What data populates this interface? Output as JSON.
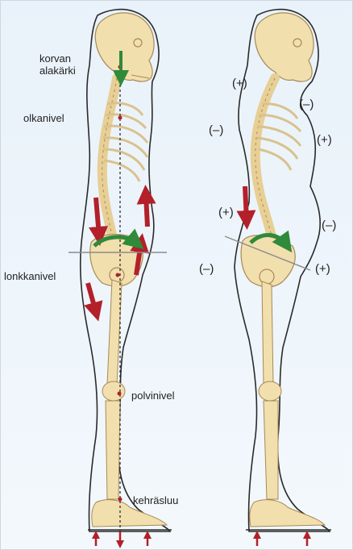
{
  "labels": {
    "ear_line1": "korvan",
    "ear_line2": "alakärki",
    "shoulder": "olkanivel",
    "hip": "lonkkanivel",
    "knee": "polvinivel",
    "ankle": "kehräsluu"
  },
  "signs": {
    "upper_back": "(+)",
    "chest": "(–)",
    "mid_back": "(–)",
    "upper_abdomen": "(+)",
    "lower_back": "(+)",
    "belly": "(–)",
    "buttock": "(–)",
    "lower_abdomen": "(+)"
  },
  "colors": {
    "bone": "#f2dfae",
    "bone_outline": "#a78a55",
    "muscle_arrow": "#b3202a",
    "tilt_arrow": "#2f8a3a",
    "plumb_line": "#222222",
    "background": "#e9f2fa"
  },
  "icons": [
    "skeleton-icon",
    "arrow-icon",
    "curved-arrow-icon",
    "plumb-line-icon"
  ]
}
